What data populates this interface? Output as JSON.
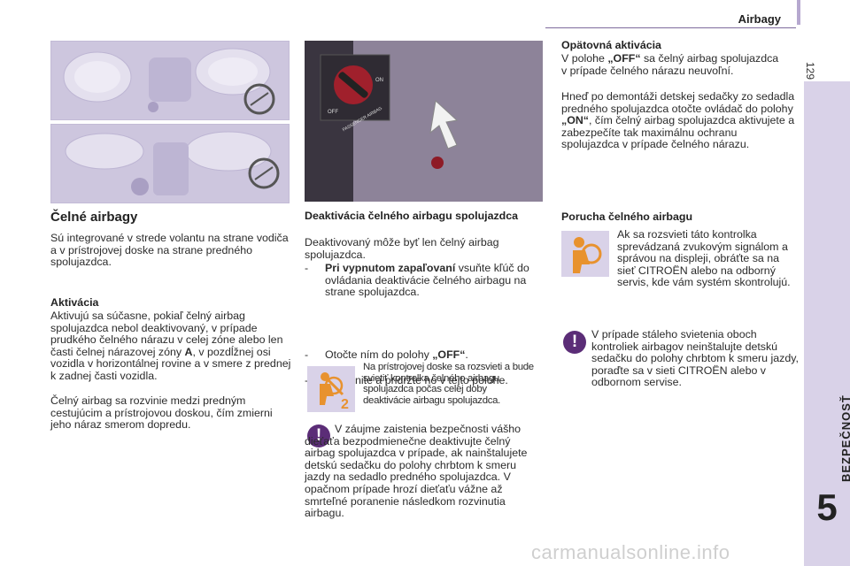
{
  "header": {
    "title": "Airbagy",
    "page_number": "129"
  },
  "chapter": {
    "number": "5",
    "label": "BEZPEČNOSŤ"
  },
  "left": {
    "title": "Čelné airbagy",
    "intro": "Sú integrované v strede volantu na strane vodiča a v prístrojovej doske na strane predného spolujazdca.",
    "activation_heading": "Aktivácia",
    "activation_p1_a": "Aktivujú sa súčasne, pokiaľ čelný airbag spolujazdca nebol deaktivovaný, v prípade prudkého čelného nárazu v celej zóne alebo len časti čelnej nárazovej zóny ",
    "activation_p1_zone": "A",
    "activation_p1_b": ", v pozdĺžnej osi vozidla v horizontálnej rovine a v smere z prednej k zadnej časti vozidla.",
    "activation_p2": "Čelný airbag sa rozvinie medzi predným cestujúcim a prístrojovou doskou, čím zmierni jeho náraz smerom dopredu."
  },
  "middle": {
    "heading": "Deaktivácia čelného airbagu spolujazdca",
    "intro": "Deaktivovaný môže byť len čelný airbag spolujazdca.",
    "step1_bold": "Pri vypnutom zapaľovaní",
    "step1_rest": " vsuňte kľúč do ovládania deaktivácie čelného airbagu na strane spolujazdca.",
    "step2_a": "Otočte ním do polohy ",
    "step2_bold": "„OFF“",
    "step2_b": ".",
    "step3": "Vytiahnite a pridržte ho v tejto polohe.",
    "note": "Na prístrojovej doske sa rozsvieti a bude svietiť kontrolka čelného airbagu spolujazdca počas celej doby deaktivácie airbagu spolujazdca.",
    "warning": "V záujme zaistenia bezpečnosti vášho dieťaťa bezpodmienečne deaktivujte čelný airbag spolujazdca v prípade, ak nainštalujete detskú sedačku do polohy chrbtom k smeru jazdy na sedadlo predného spolujazdca. V opačnom prípade hrozí dieťaťu vážne až smrteľné poranenie následkom rozvinutia airbagu.",
    "switch_labels": {
      "off": "OFF",
      "on": "ON",
      "sticker": "PASSENGER AIRBAG"
    }
  },
  "right": {
    "react_heading": "Opätovná aktivácia",
    "react_p1_a": "V polohe ",
    "react_p1_bold": "„OFF“",
    "react_p1_b": " sa čelný airbag spolujazdca v prípade čelného nárazu neuvoľní.",
    "react_p2_a": "Hneď po demontáži detskej sedačky zo sedadla predného spolujazdca otočte ovládač do polohy ",
    "react_p2_bold": "„ON“",
    "react_p2_b": ", čím čelný airbag spolujazdca aktivujete a zabezpečíte tak maximálnu ochranu spolujazdca v prípade čelného nárazu.",
    "fault_heading": "Porucha čelného airbagu",
    "fault_text": "Ak sa rozsvieti táto kontrolka sprevádzaná zvukovým signálom a správou na displeji, obráťte sa na sieť CITROËN alebo na odborný servis, kde vám systém skontrolujú.",
    "warning": "V prípade stáleho svietenia oboch kontroliek airbagov neinštalujte detskú sedačku do polohy chrbtom k smeru jazdy, poraďte sa v sieti CITROËN alebo v odbornom servise."
  },
  "icons": {
    "warning_symbol": "!"
  },
  "watermark": "carmanualsonline.info",
  "colors": {
    "accent": "#5b2d77",
    "sidebar": "#d9d2e8",
    "image_bg": "#cdc6de",
    "icon_orange": "#e8922e"
  }
}
